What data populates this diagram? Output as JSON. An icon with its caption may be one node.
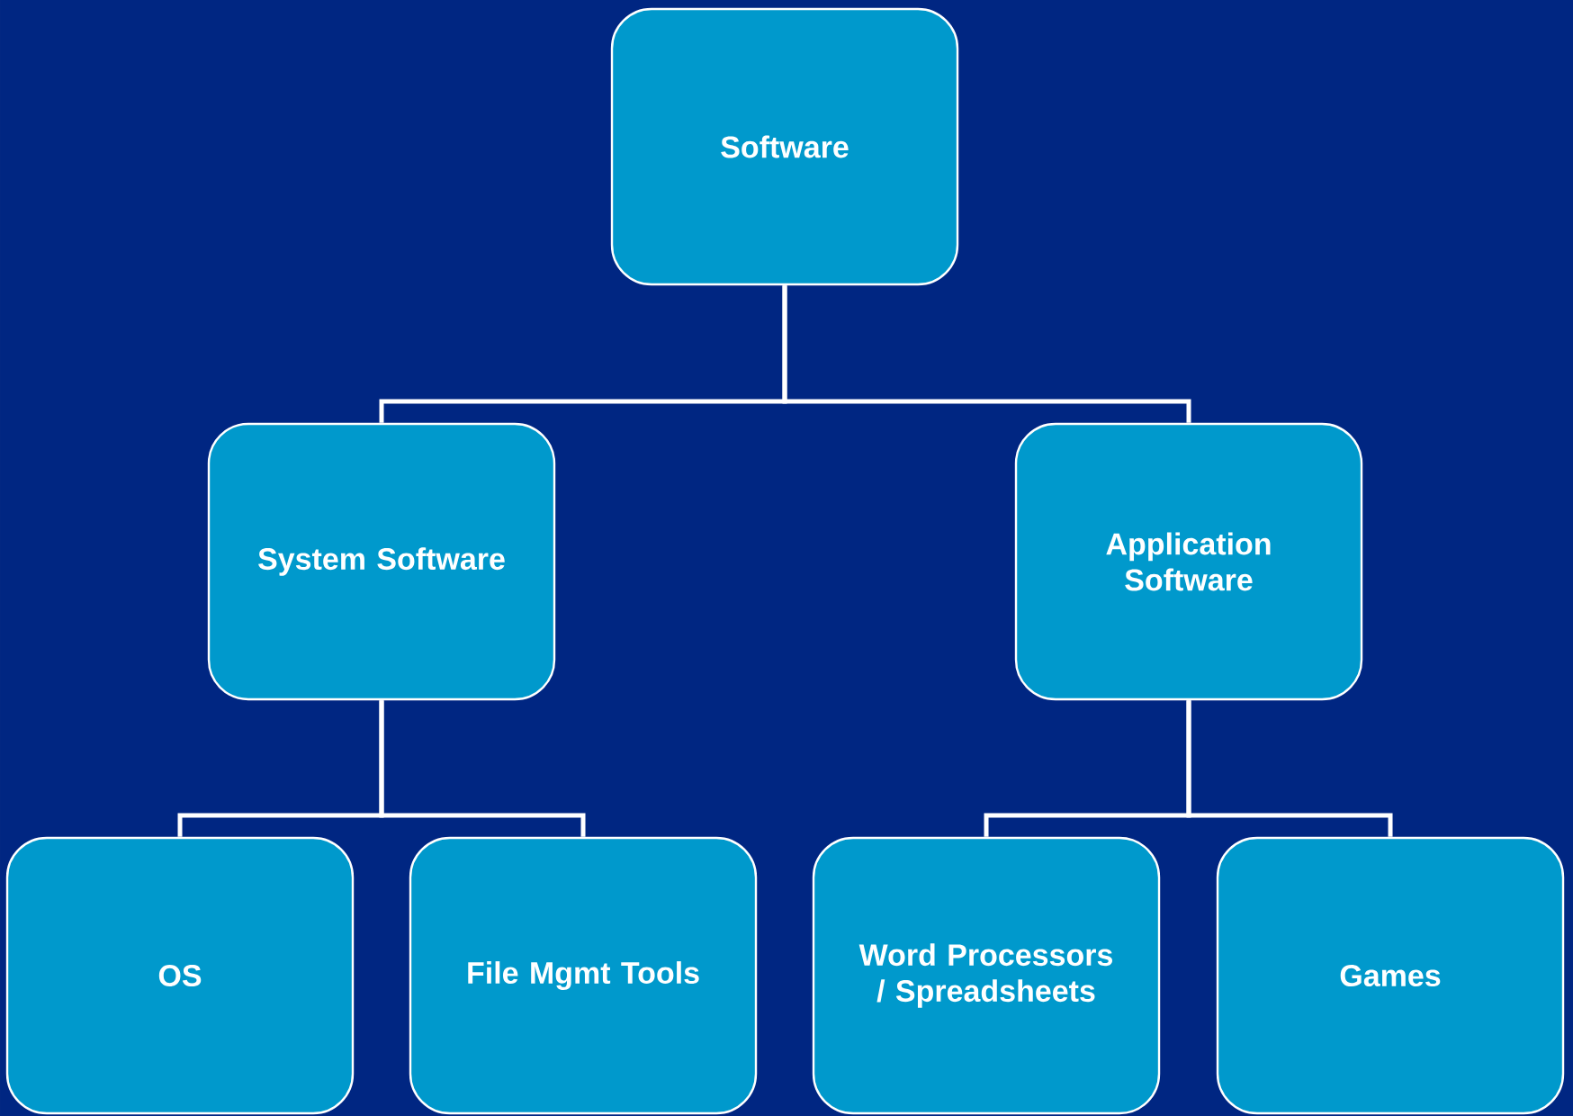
{
  "diagram": {
    "nodes": [
      {
        "text": [
          "Software"
        ]
      },
      {
        "text": [
          "System Software"
        ]
      },
      {
        "text": [
          "Application Software"
        ]
      },
      {
        "text": [
          "OS"
        ]
      },
      {
        "text": [
          "File Mgmt Tools"
        ]
      },
      {
        "text": [
          "Word Processors / Spreadsheets"
        ]
      },
      {
        "text": [
          "Games"
        ]
      }
    ],
    "edges": [
      {
        "from": 0,
        "to": 1,
        "arrow": "none"
      },
      {
        "from": 0,
        "to": 2,
        "arrow": "none"
      },
      {
        "from": 1,
        "to": 3,
        "arrow": "none"
      },
      {
        "from": 1,
        "to": 4,
        "arrow": "none"
      },
      {
        "from": 2,
        "to": 5,
        "arrow": "none"
      },
      {
        "from": 2,
        "to": 6,
        "arrow": "none"
      }
    ]
  }
}
